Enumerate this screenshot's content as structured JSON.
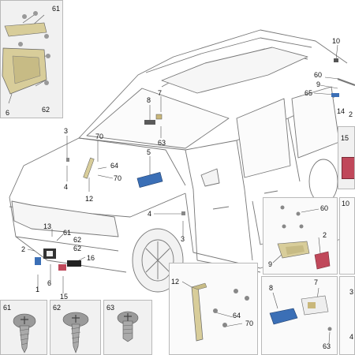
{
  "callouts": {
    "c61_top": "61",
    "c6_inset": "6",
    "c62_inset": "62",
    "c10": "10",
    "c60": "60",
    "c9": "9",
    "c65": "65",
    "c14": "14",
    "c2_right": "2",
    "c15_right": "15",
    "c8": "8",
    "c7": "7",
    "c63": "63",
    "c3": "3",
    "c4_top": "4",
    "c70_a": "70",
    "c64_a": "64",
    "c70_b": "70",
    "c12": "12",
    "c5": "5",
    "c4_mid": "4",
    "c3_mid": "3",
    "c13": "13",
    "c61_front": "61",
    "c62_front_a": "62",
    "c62_front_b": "62",
    "c2_front": "2",
    "c16": "16",
    "c6_front": "6",
    "c1": "1",
    "c15_front": "15",
    "d9_60": "60",
    "d9_2": "2",
    "d9_9": "9",
    "d10": "10",
    "d3": "3",
    "d4": "4",
    "d12": "12",
    "d12_64": "64",
    "d12_70": "70",
    "d8": "8",
    "d8_7": "7",
    "d8_63": "63",
    "s61": "61",
    "s62": "62",
    "s63": "63"
  },
  "colors": {
    "accent_blue": "#3b6fb6",
    "accent_red": "#c0485a",
    "line": "#666666",
    "part_yellow": "#d8cd9a"
  }
}
